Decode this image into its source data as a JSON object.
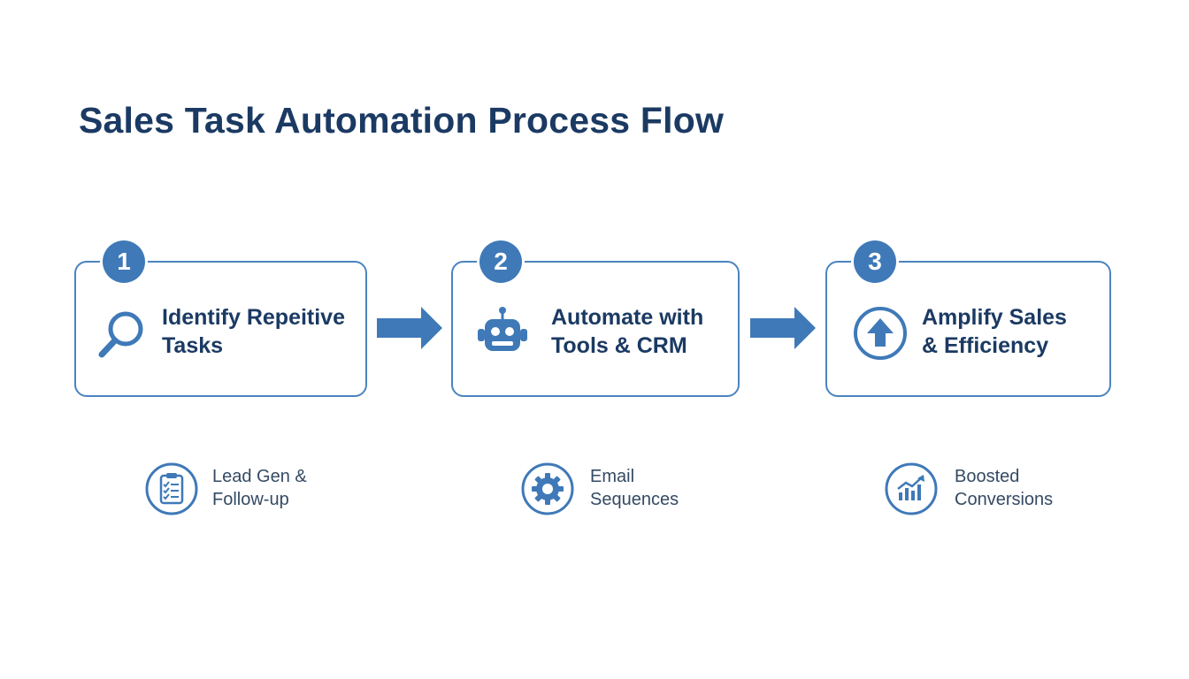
{
  "title": "Sales Task Automation Process Flow",
  "colors": {
    "primary": "#3f79b8",
    "border": "#4a84c0",
    "title": "#1b3a63",
    "text": "#344a63"
  },
  "steps": [
    {
      "number": "1",
      "label": "Identify Repeitive\nTasks",
      "icon": "magnifier-icon"
    },
    {
      "number": "2",
      "label": "Automate with\nTools & CRM",
      "icon": "robot-icon"
    },
    {
      "number": "3",
      "label": "Amplify Sales\n& Efficiency",
      "icon": "up-arrow-circle-icon"
    }
  ],
  "features": [
    {
      "label": "Lead Gen &\nFollow-up",
      "icon": "clipboard-checklist-icon"
    },
    {
      "label": "Email\nSequences",
      "icon": "gear-icon"
    },
    {
      "label": "Boosted\nConversions",
      "icon": "growth-chart-icon"
    }
  ]
}
